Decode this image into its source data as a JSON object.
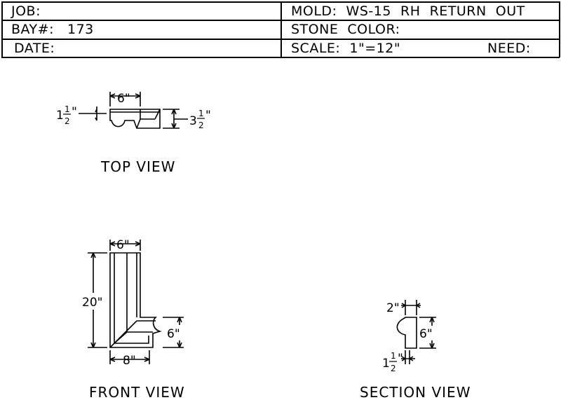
{
  "title_block": {
    "job_label": "JOB:",
    "bay_label": "BAY#:",
    "bay_value": "173",
    "date_label": "DATE:",
    "mold": "MOLD:  WS-15  RH  RETURN  OUT",
    "stone_color_label": "STONE  COLOR:",
    "scale": "SCALE:  1\"=12\"",
    "need_label": "NEED:"
  },
  "views": {
    "top": {
      "label": "TOP  VIEW",
      "width_dim": "6\"",
      "left_dim_whole": "1",
      "left_dim_num": "1",
      "left_dim_den": "2",
      "left_dim_inch": "\"",
      "right_dim_whole": "3",
      "right_dim_num": "1",
      "right_dim_den": "2",
      "right_dim_inch": "\""
    },
    "front": {
      "label": "FRONT  VIEW",
      "top_dim": "6\"",
      "height_dim": "20\"",
      "return_dim": "6\"",
      "bottom_dim": "8\""
    },
    "section": {
      "label": "SECTION  VIEW",
      "top_dim": "2\"",
      "height_dim": "6\"",
      "bottom_dim_whole": "1",
      "bottom_dim_num": "1",
      "bottom_dim_den": "2",
      "bottom_dim_inch": "\""
    }
  }
}
